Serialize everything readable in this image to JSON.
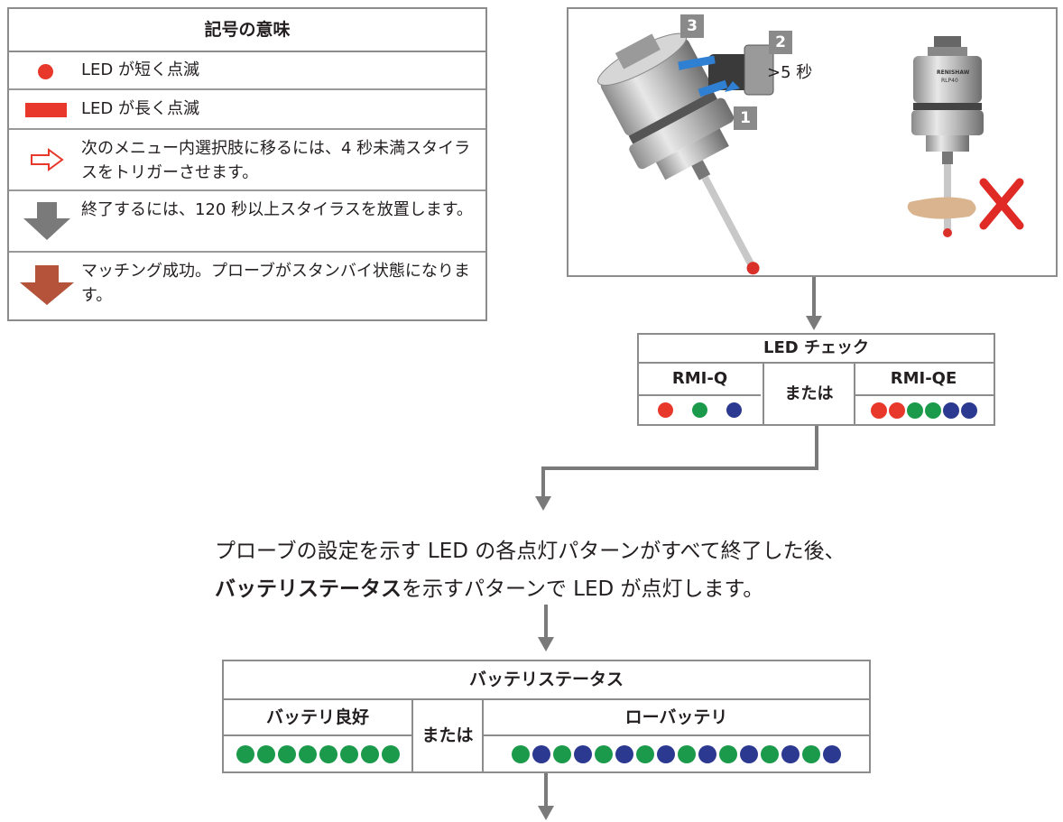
{
  "legend": {
    "title": "記号の意味",
    "items": [
      {
        "icon": "red-dot",
        "text": "LED が短く点滅"
      },
      {
        "icon": "red-bar",
        "text": "LED が長く点滅"
      },
      {
        "icon": "outline-arrow-right",
        "text": "次のメニュー内選択肢に移るには、4 秒未満スタイラスをトリガーさせます。"
      },
      {
        "icon": "gray-arrow-down",
        "text": "終了するには、120 秒以上スタイラスを放置します。"
      },
      {
        "icon": "brown-arrow-down",
        "text": "マッチング成功。プローブがスタンバイ状態になります。"
      }
    ]
  },
  "photo": {
    "step1": "1",
    "step2": "2",
    "step3": "3",
    "time_label": ">5 秒",
    "probe_brand": "RENISHAW",
    "probe_model": "RLP40"
  },
  "led_check": {
    "title": "LED チェック",
    "left_label": "RMI-Q",
    "or_label": "または",
    "right_label": "RMI-QE",
    "left_dots": [
      "#e8382b",
      "#1a9a4a",
      "#2b3990"
    ],
    "right_dots": [
      "#e8382b",
      "#e8382b",
      "#1a9a4a",
      "#1a9a4a",
      "#2b3990",
      "#2b3990"
    ]
  },
  "message": {
    "line1": "プローブの設定を示す LED の各点灯パターンがすべて終了した後、",
    "line2_bold": "バッテリステータス",
    "line2_rest": "を示すパターンで LED が点灯します。"
  },
  "battery": {
    "title": "バッテリステータス",
    "good_label": "バッテリ良好",
    "or_label": "または",
    "low_label": "ローバッテリ",
    "good_dots": [
      "#1a9a4a",
      "#1a9a4a",
      "#1a9a4a",
      "#1a9a4a",
      "#1a9a4a",
      "#1a9a4a",
      "#1a9a4a",
      "#1a9a4a"
    ],
    "low_dots": [
      "#1a9a4a",
      "#2b3990",
      "#1a9a4a",
      "#2b3990",
      "#1a9a4a",
      "#2b3990",
      "#1a9a4a",
      "#2b3990",
      "#1a9a4a",
      "#2b3990",
      "#1a9a4a",
      "#2b3990",
      "#1a9a4a",
      "#2b3990",
      "#1a9a4a",
      "#2b3990"
    ]
  },
  "colors": {
    "red": "#e8382b",
    "green": "#1a9a4a",
    "blue": "#2b3990",
    "gray_arrow": "#7a7a7a",
    "brown_arrow": "#b4533a",
    "border": "#8c8c8c"
  }
}
